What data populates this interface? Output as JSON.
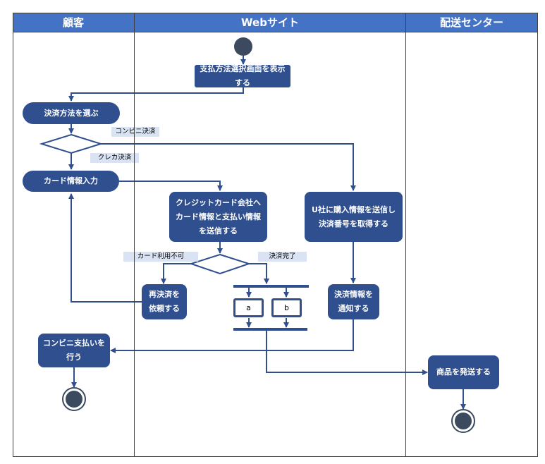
{
  "lanes": {
    "customer": "顧客",
    "website": "Webサイト",
    "delivery": "配送センター"
  },
  "nodes": {
    "show_payment_screen": "支払方法選択画面を表示する",
    "choose_payment": "決済方法を選ぶ",
    "card_input": "カード情報入力",
    "send_to_card_company": "クレジットカード会社へカード情報と支払い情報を送信する",
    "send_to_u_company": "U社に購入情報を送信し決済番号を取得する",
    "request_retry": "再決済を依頼する",
    "notify_payment_info": "決済情報を通知する",
    "pay_at_convenience": "コンビニ支払いを行う",
    "ship_goods": "商品を発送する",
    "fork_a": "a",
    "fork_b": "b"
  },
  "guards": {
    "convenience": "コンビニ決済",
    "credit": "クレカ決済",
    "card_unavailable": "カード利用不可",
    "payment_complete": "決済完了"
  },
  "colors": {
    "lane_header": "#4472C4",
    "node_fill": "#2F4F8F",
    "guard_fill": "#DAE3F3"
  }
}
